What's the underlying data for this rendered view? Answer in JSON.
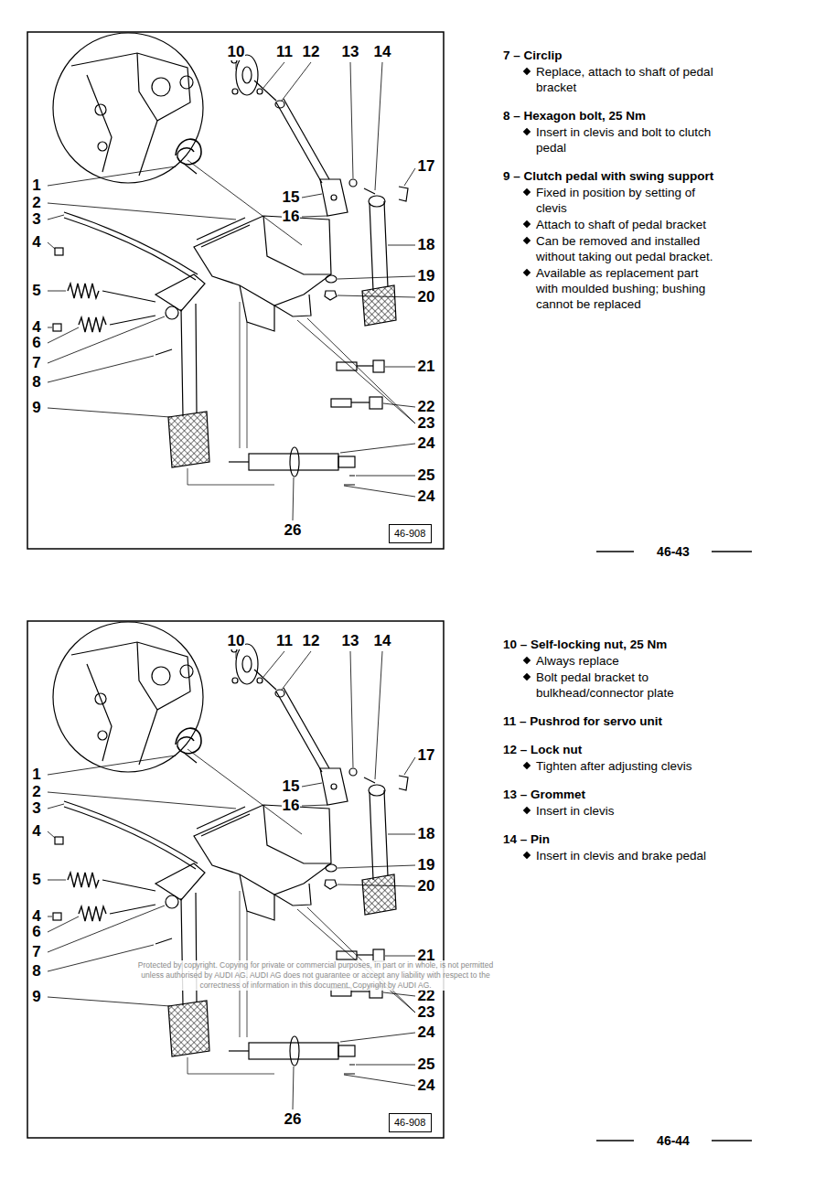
{
  "diagram": {
    "nodes": [
      {
        "text": [
          "46-908"
        ]
      },
      {
        "text": [
          "46-908"
        ]
      }
    ],
    "labels": [
      "10",
      "11",
      "12",
      "13",
      "14",
      "17",
      "15",
      "16",
      "18",
      "19",
      "20",
      "1",
      "2",
      "3",
      "4",
      "5",
      "4",
      "6",
      "7",
      "8",
      "9",
      "21",
      "22",
      "23",
      "24",
      "25",
      "24",
      "26",
      "7 – Circlip",
      "Replace, attach to shaft of pedal bracket",
      "8 – Hexagon bolt, 25 Nm",
      "Insert in clevis and bolt to clutch pedal",
      "9 – Clutch pedal with swing support",
      "Fixed in position by setting of clevis",
      "Attach to shaft of pedal bracket",
      "Can be removed and installed without taking out pedal bracket.",
      "Available as replacement part with moulded bushing; bushing cannot be replaced",
      "46-43",
      "10",
      "11",
      "12",
      "13",
      "14",
      "17",
      "15",
      "16",
      "18",
      "19",
      "20",
      "1",
      "2",
      "3",
      "4",
      "5",
      "4",
      "6",
      "7",
      "8",
      "9",
      "21",
      "22",
      "23",
      "24",
      "25",
      "24",
      "26",
      "Protected by copyright. Copying for private or commercial purposes, in part or in whole, is not permitted unless authorised by AUDI AG. AUDI AG does not guarantee or accept any liability with respect to the correctness of information in this document. Copyright by AUDI AG.",
      "10 – Self-locking nut, 25 Nm",
      "Always replace",
      "Bolt pedal bracket to bulkhead/connector plate",
      "11 – Pushrod for servo unit",
      "12 – Lock nut",
      "Tighten after adjusting clevis",
      "13 – Grommet",
      "Insert in clevis",
      "14 – Pin",
      "Insert in clevis and brake pedal",
      "46-44"
    ]
  }
}
